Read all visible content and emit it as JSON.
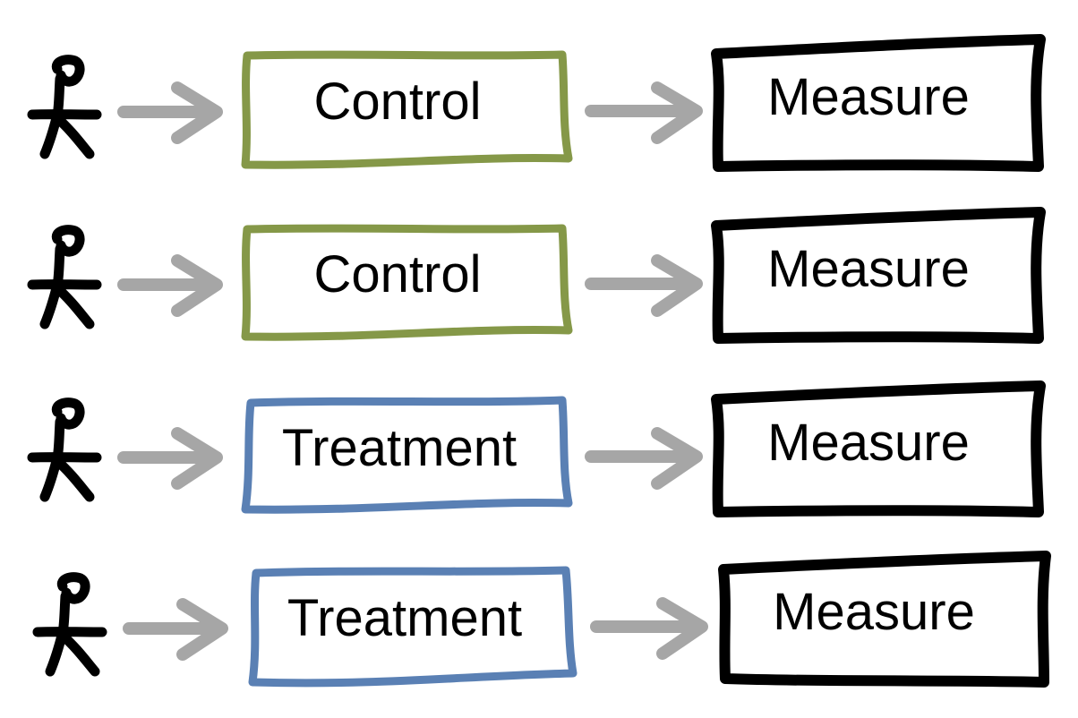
{
  "rows": [
    {
      "group": {
        "label": "Control",
        "color": "#859848"
      },
      "outcome": {
        "label": "Measure"
      }
    },
    {
      "group": {
        "label": "Control",
        "color": "#859848"
      },
      "outcome": {
        "label": "Measure"
      }
    },
    {
      "group": {
        "label": "Treatment",
        "color": "#5A80B4"
      },
      "outcome": {
        "label": "Measure"
      }
    },
    {
      "group": {
        "label": "Treatment",
        "color": "#5A80B4"
      },
      "outcome": {
        "label": "Measure"
      }
    }
  ],
  "colors": {
    "person": "#000000",
    "arrow": "#A6A6A6",
    "measure_border": "#000000"
  },
  "icons": {
    "person": "stick-person-icon",
    "arrow": "arrow-right-icon"
  }
}
